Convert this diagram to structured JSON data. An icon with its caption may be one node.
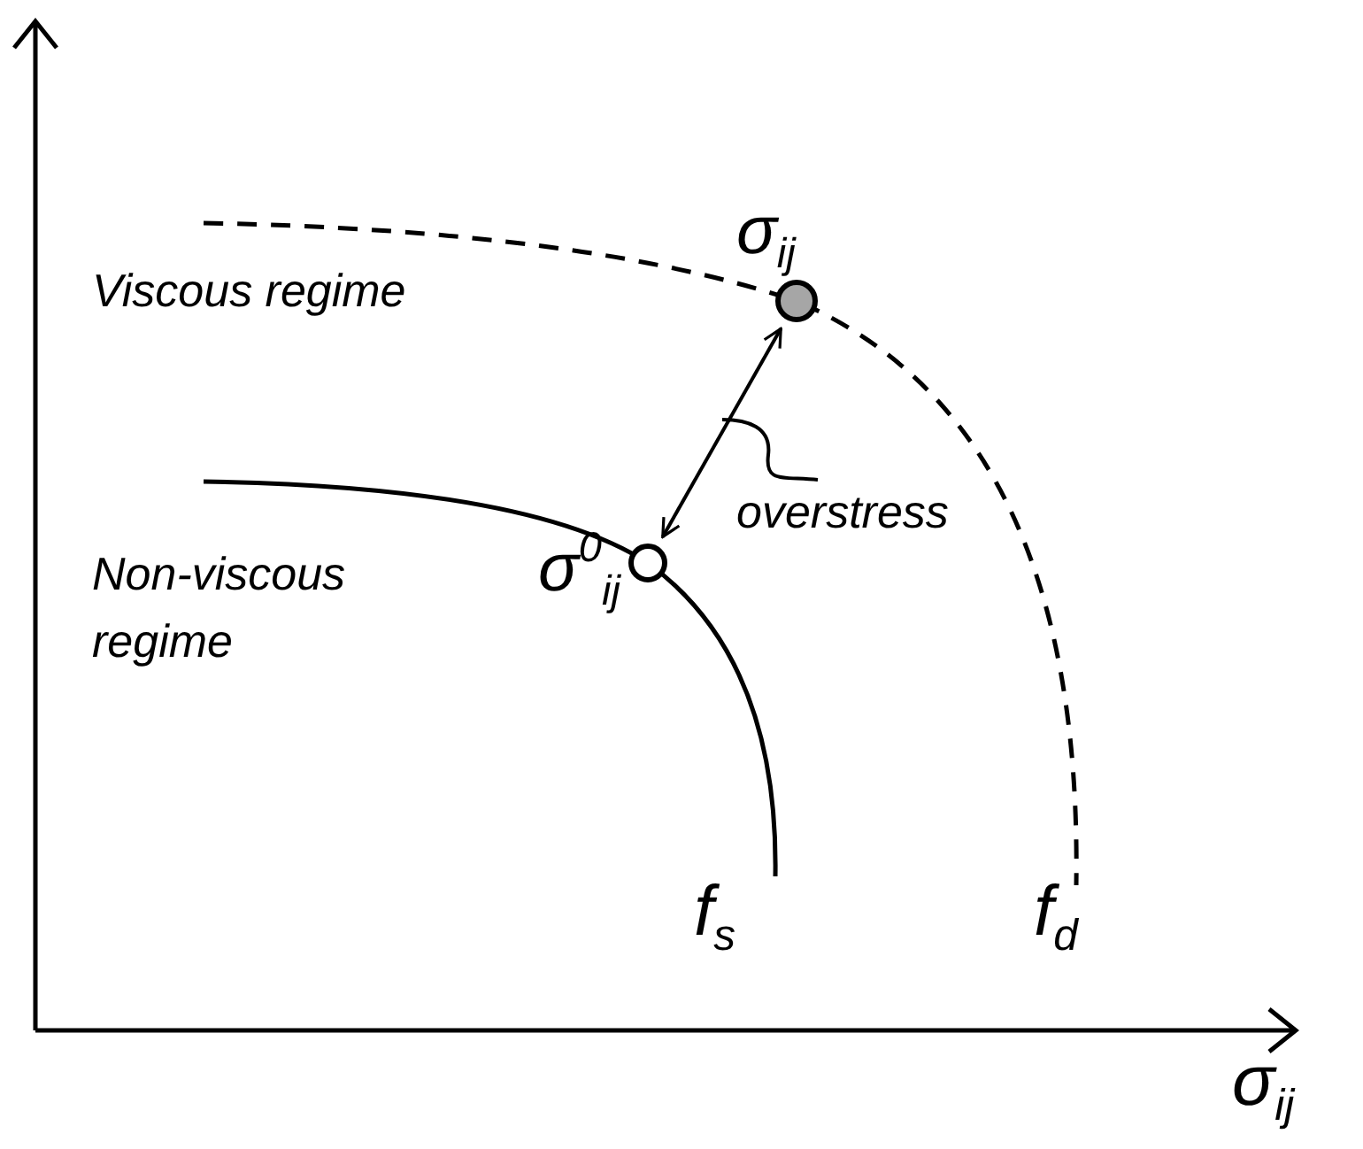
{
  "diagram": {
    "nodes": [
      {
        "text": [],
        "shape": "circle",
        "beside": [
          "σ$_{ij}$"
        ]
      },
      {
        "text": [],
        "shape": "circle",
        "beside": [
          "σ$^{0}$$_{ij}$"
        ]
      },
      {
        "text": [
          "overstress"
        ]
      }
    ],
    "edges": [
      {
        "from": 0,
        "to": 1,
        "arrow": "both"
      },
      {
        "from": 2,
        "to": null,
        "arrow": "none"
      }
    ],
    "labels": [
      "Viscous regime",
      "Non-viscous regime",
      "f$_{s}$",
      "f$_{d}$",
      "σ$_{ij}$"
    ]
  }
}
